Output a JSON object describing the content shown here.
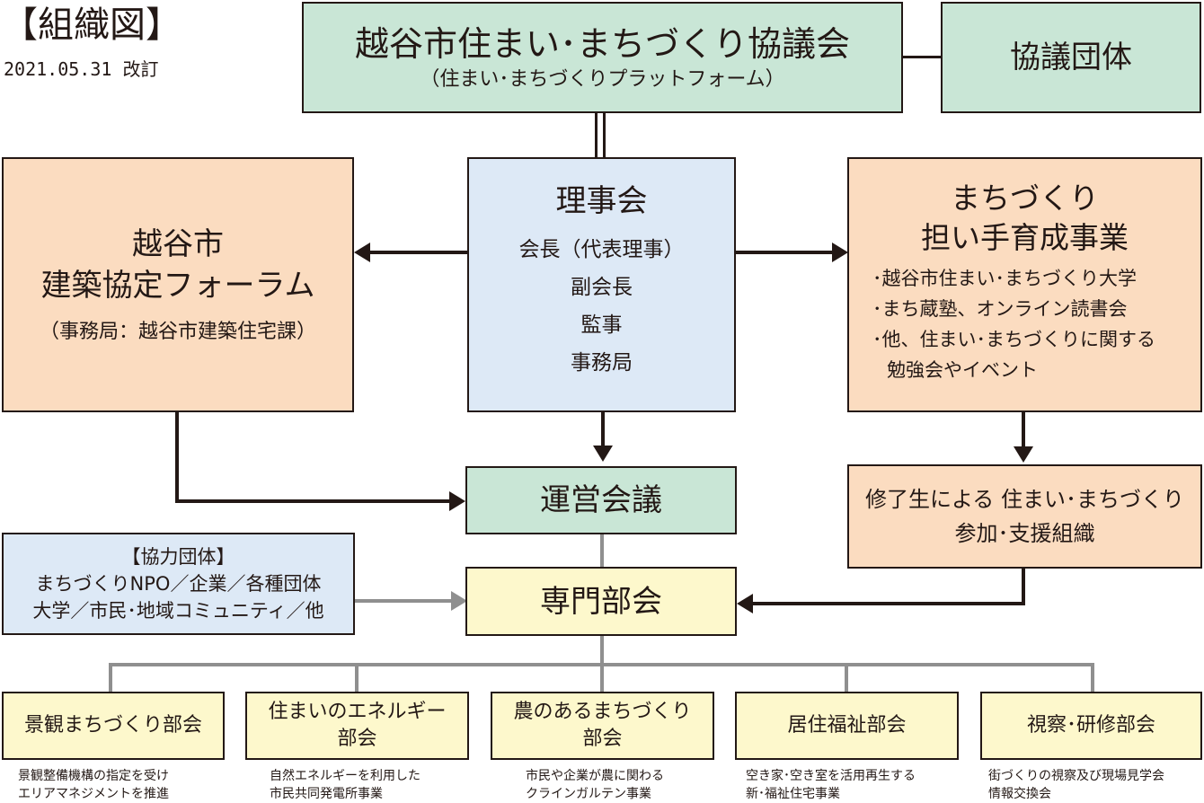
{
  "header": {
    "title": "【組織図】",
    "revision": "2021.05.31 改訂"
  },
  "council": {
    "title": "越谷市住まい･まちづくり協議会",
    "subtitle": "（住まい･まちづくりプラットフォーム）"
  },
  "member_orgs": {
    "label": "協議団体"
  },
  "board": {
    "title": "理事会",
    "roles": [
      "会長（代表理事）",
      "副会長",
      "監事",
      "事務局"
    ]
  },
  "forum": {
    "line1": "越谷市",
    "line2": "建築協定フォーラム",
    "office": "（事務局：越谷市建築住宅課）"
  },
  "training": {
    "title1": "まちづくり",
    "title2": "担い手育成事業",
    "items": [
      "･越谷市住まい･まちづくり大学",
      "･まち蔵塾、オンライン読書会",
      "･他、住まい･まちづくりに関する",
      "勉強会やイベント"
    ]
  },
  "steering": {
    "label": "運営会議"
  },
  "graduates": {
    "line1": "修了生による 住まい･まちづくり",
    "line2": "参加･支援組織"
  },
  "partners": {
    "title": "【協力団体】",
    "line1": "まちづくりNPO／企業／各種団体",
    "line2": "大学／市民･地域コミュニティ／他"
  },
  "committee": {
    "label": "専門部会"
  },
  "subcommittees": [
    {
      "name": "景観まちづくり部会",
      "desc1": "景観整備機構の指定を受け",
      "desc2": "エリアマネジメントを推進"
    },
    {
      "name1": "住まいのエネルギー",
      "name2": "部会",
      "desc1": "自然エネルギーを利用した",
      "desc2": "市民共同発電所事業"
    },
    {
      "name1": "農のあるまちづくり",
      "name2": "部会",
      "desc1": "市民や企業が農に関わる",
      "desc2": "クラインガルテン事業"
    },
    {
      "name": "居住福祉部会",
      "desc1": "空き家･空き室を活用再生する",
      "desc2": "新･福祉住宅事業"
    },
    {
      "name": "視察･研修部会",
      "desc1": "街づくりの視察及び現場見学会",
      "desc2": "情報交換会"
    }
  ],
  "colors": {
    "green": "#c9e6d6",
    "blue": "#dde9f6",
    "peach": "#fbdcc0",
    "yellow": "#fdf8cc",
    "line": "#231815",
    "gray_line": "#8f8f8f"
  }
}
